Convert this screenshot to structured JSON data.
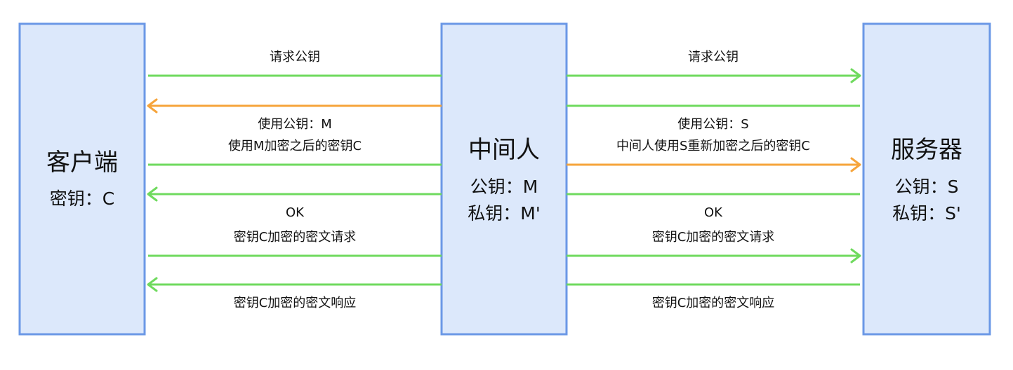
{
  "colors": {
    "box_fill": "#dce8fb",
    "box_border": "#6b98e6",
    "normal_arrow": "#6fda5e",
    "tampered_arrow": "#f6a43b"
  },
  "boxes": [
    {
      "id": "client",
      "title": "客户端",
      "lines": [
        "密钥：C"
      ]
    },
    {
      "id": "middle",
      "title": "中间人",
      "lines": [
        "公钥：M",
        "私钥：M'"
      ]
    },
    {
      "id": "server",
      "title": "服务器",
      "lines": [
        "公钥：S",
        "私钥：S'"
      ]
    }
  ],
  "messages": [
    {
      "from": "client",
      "to": "middle",
      "direction": "right",
      "head": false,
      "label": "请求公钥",
      "label_pos": "above",
      "kind": "normal"
    },
    {
      "from": "middle",
      "to": "server",
      "direction": "right",
      "head": true,
      "label": "请求公钥",
      "label_pos": "above",
      "kind": "normal"
    },
    {
      "from": "middle",
      "to": "client",
      "direction": "left",
      "head": true,
      "label": "使用公钥：M",
      "label_pos": "below",
      "kind": "tampered"
    },
    {
      "from": "server",
      "to": "middle",
      "direction": "left",
      "head": false,
      "label": "使用公钥：S",
      "label_pos": "below",
      "kind": "normal"
    },
    {
      "from": "client",
      "to": "middle",
      "direction": "right",
      "head": false,
      "label": "使用M加密之后的密钥C",
      "label_pos": "above",
      "kind": "normal"
    },
    {
      "from": "middle",
      "to": "server",
      "direction": "right",
      "head": true,
      "label": "中间人使用S重新加密之后的密钥C",
      "label_pos": "above",
      "kind": "tampered"
    },
    {
      "from": "middle",
      "to": "client",
      "direction": "left",
      "head": true,
      "label": "OK",
      "label_pos": "below",
      "kind": "normal"
    },
    {
      "from": "server",
      "to": "middle",
      "direction": "left",
      "head": false,
      "label": "OK",
      "label_pos": "below",
      "kind": "normal"
    },
    {
      "from": "client",
      "to": "middle",
      "direction": "right",
      "head": false,
      "label": "密钥C加密的密文请求",
      "label_pos": "above",
      "kind": "normal"
    },
    {
      "from": "middle",
      "to": "server",
      "direction": "right",
      "head": true,
      "label": "密钥C加密的密文请求",
      "label_pos": "above",
      "kind": "normal"
    },
    {
      "from": "middle",
      "to": "client",
      "direction": "left",
      "head": true,
      "label": "密钥C加密的密文响应",
      "label_pos": "below",
      "kind": "normal"
    },
    {
      "from": "server",
      "to": "middle",
      "direction": "left",
      "head": false,
      "label": "密钥C加密的密文响应",
      "label_pos": "below",
      "kind": "normal"
    }
  ]
}
